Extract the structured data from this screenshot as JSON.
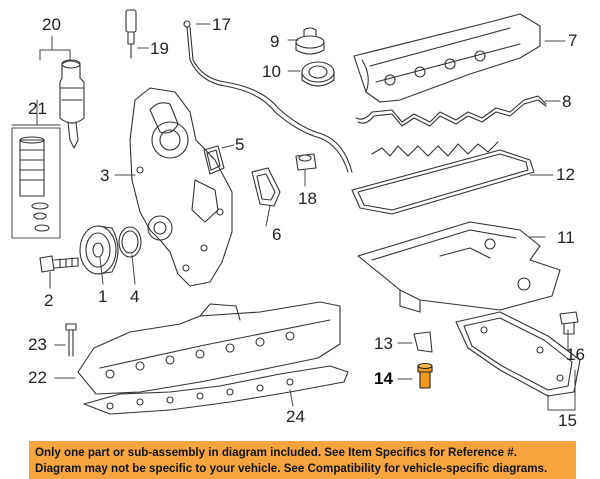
{
  "callouts": {
    "c1": "1",
    "c2": "2",
    "c3": "3",
    "c4": "4",
    "c5": "5",
    "c6": "6",
    "c7": "7",
    "c8": "8",
    "c9": "9",
    "c10": "10",
    "c11": "11",
    "c12": "12",
    "c13": "13",
    "c14": "14",
    "c15": "15",
    "c16": "16",
    "c17": "17",
    "c18": "18",
    "c19": "19",
    "c20": "20",
    "c21": "21",
    "c22": "22",
    "c23": "23",
    "c24": "24"
  },
  "banner": {
    "line1": "Only one part or sub-assembly in diagram included. See Item Specifics for Reference #.",
    "line2": "Diagram may not be specific to your vehicle. See Compatibility for vehicle-specific diagrams."
  },
  "colors": {
    "line": "#333333",
    "highlight_part": "#f39a1e",
    "banner_bg": "#f5a43f"
  }
}
